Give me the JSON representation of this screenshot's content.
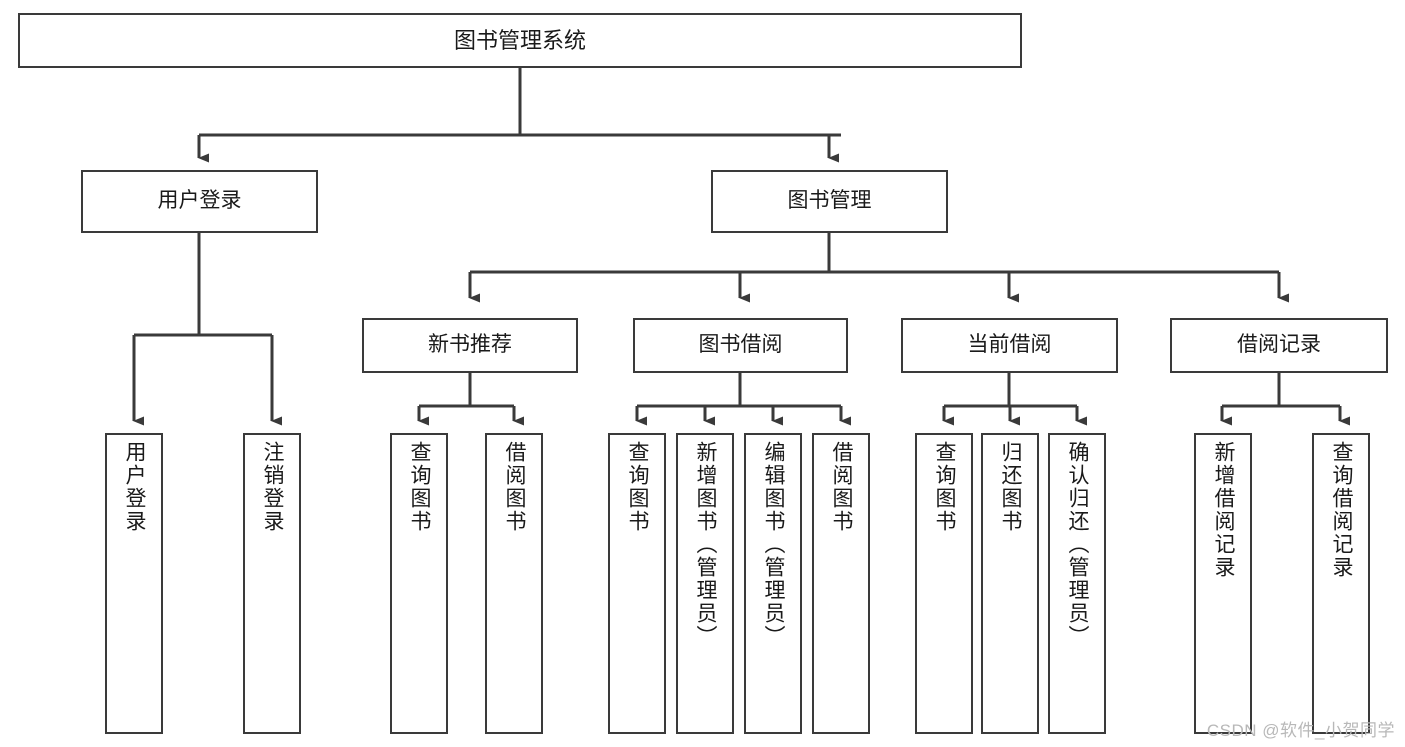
{
  "diagram": {
    "title": "图书管理系统",
    "type": "tree-hierarchy",
    "watermark": "CSDN @软件_小贺同学",
    "colors": {
      "box_border": "#3a3a3a",
      "box_fill": "#ffffff",
      "edge": "#3a3a3a",
      "text": "#1a1a1a",
      "watermark": "#b8b8b8",
      "background": "#ffffff"
    },
    "nodes": {
      "root": {
        "label": "图书管理系统"
      },
      "level2": [
        {
          "label": "用户登录"
        },
        {
          "label": "图书管理"
        }
      ],
      "level3": [
        {
          "label": "新书推荐"
        },
        {
          "label": "图书借阅"
        },
        {
          "label": "当前借阅"
        },
        {
          "label": "借阅记录"
        }
      ],
      "leaves": {
        "user_login": [
          {
            "label": "用户登录"
          },
          {
            "label": "注销登录"
          }
        ],
        "new_book_recommend": [
          {
            "label": "查询图书"
          },
          {
            "label": "借阅图书"
          }
        ],
        "book_borrow": [
          {
            "label": "查询图书"
          },
          {
            "label": "新增图书（管理员）"
          },
          {
            "label": "编辑图书（管理员）"
          },
          {
            "label": "借阅图书"
          }
        ],
        "current_borrow": [
          {
            "label": "查询图书"
          },
          {
            "label": "归还图书"
          },
          {
            "label": "确认归还（管理员）"
          }
        ],
        "borrow_record": [
          {
            "label": "新增借阅记录"
          },
          {
            "label": "查询借阅记录"
          }
        ]
      }
    }
  }
}
